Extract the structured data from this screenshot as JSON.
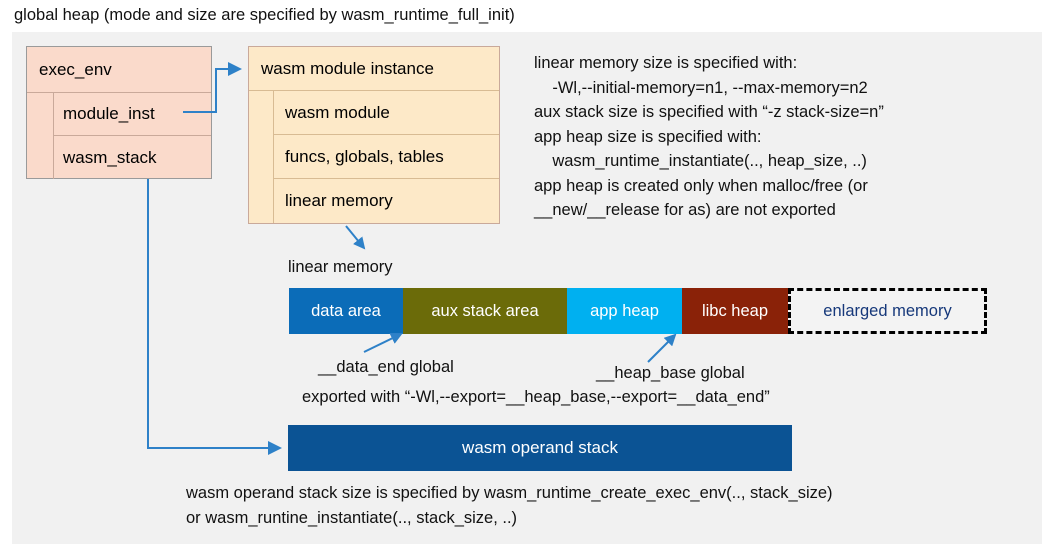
{
  "title": "global heap (mode and size are specified by wasm_runtime_full_init)",
  "exec_env": {
    "header": "exec_env",
    "rows": [
      "module_inst",
      "wasm_stack"
    ]
  },
  "module_instance": {
    "header": "wasm module instance",
    "rows": [
      "wasm module",
      "funcs, globals, tables",
      "linear memory"
    ]
  },
  "notes": "linear memory size is specified with:\n    -Wl,--initial-memory=n1, --max-memory=n2\naux stack size is specified with “-z stack-size=n”\napp heap size is specified with:\n    wasm_runtime_instantiate(.., heap_size, ..)\napp heap is created only when malloc/free (or\n__new/__release for as) are not exported",
  "linear_memory": {
    "label": "linear memory",
    "segments": [
      {
        "label": "data area",
        "color": "#0b6cb8",
        "width": 114
      },
      {
        "label": "aux stack area",
        "color": "#6b6b09",
        "width": 164
      },
      {
        "label": "app heap",
        "color": "#00b0f0",
        "width": 115
      },
      {
        "label": "libc heap",
        "color": "#8a2208",
        "width": 106
      },
      {
        "label": "enlarged memory",
        "color": "#f3f3f3",
        "width": 199
      }
    ]
  },
  "annotations": {
    "data_end": "__data_end global",
    "heap_base": "__heap_base global",
    "exported": "exported with “-Wl,--export=__heap_base,--export=__data_end”"
  },
  "operand_stack": {
    "label": "wasm operand stack",
    "color": "#0b5394"
  },
  "bottom_notes": "wasm operand stack size is specified by wasm_runtime_create_exec_env(.., stack_size)\nor wasm_runtine_instantiate(.., stack_size, ..)",
  "colors": {
    "panel_bg": "#f1f1f1",
    "exec_env_fill": "#fadacb",
    "module_fill": "#fde9c8",
    "wire": "#2e81c8",
    "enlarged_text": "#16387a"
  }
}
